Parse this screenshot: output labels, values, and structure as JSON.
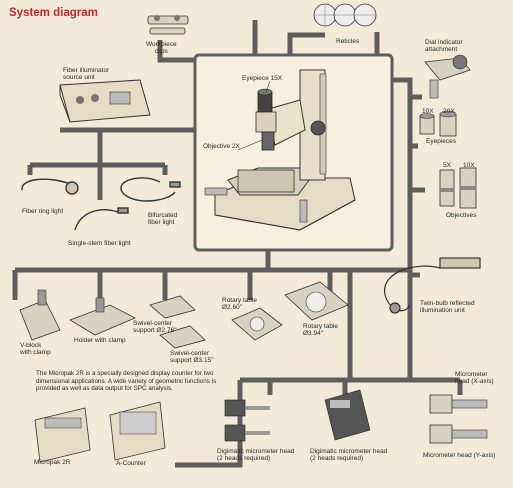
{
  "title": "System diagram",
  "colors": {
    "background": "#f3ead8",
    "title": "#c1272d",
    "connector": "#5e5e5e",
    "center_panel": "#f7f0de"
  },
  "labels": {
    "workpiece_clips": "Workpiece\nclips",
    "reticles": "Reticles",
    "dial_indicator": "Dial indicator\nattachment",
    "fiber_illuminator": "Fiber illuminator\nsource unit",
    "eyepiece_15x": "Eyepiece 15X",
    "objective_2x": "Objective 2X",
    "eyepiece_10x": "10X",
    "eyepiece_20x": "20X",
    "eyepieces": "Eyepieces",
    "objective_5x": "5X",
    "objective_10x": "10X",
    "objectives": "Objectives",
    "fiber_ring_light": "Fiber ring light",
    "bifurcated_light": "Bifurcated\nfiber light",
    "single_stem": "Single-stem fiber light",
    "vblock": "V-block\nwith clamp",
    "holder_clamp": "Holder with clamp",
    "swivel_276": "Swivel-center\nsupport Ø2.76\"",
    "swivel_315": "Swivel-center\nsupport Ø3.15\"",
    "rotary_260": "Rotary table\nØ2.60\"",
    "rotary_394": "Rotary table\nØ3.94\"",
    "twin_bulb": "Twin-bulb reflected\nillumination unit",
    "micropak_desc": "The Micropak 2R is a specially designed display counter for two dimensional applications. A wide variety of geometric functions is provided as well as data output for SPC analysis.",
    "micropak_2r": "Micropak 2R",
    "a_counter": "A-Counter",
    "digimatic_head": "Digimatic micrometer head\n(2 heads required)",
    "micrometer_x": "Micrometer\nhead (X-axis)",
    "micrometer_y": "Micrometer head (Y-axis)"
  }
}
